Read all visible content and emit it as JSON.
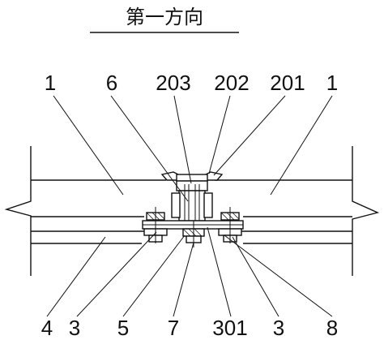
{
  "title": "第一方向",
  "labels": {
    "top": [
      "1",
      "6",
      "203",
      "202",
      "201",
      "1"
    ],
    "bottom": [
      "4",
      "3",
      "5",
      "7",
      "301",
      "3",
      "8"
    ]
  }
}
